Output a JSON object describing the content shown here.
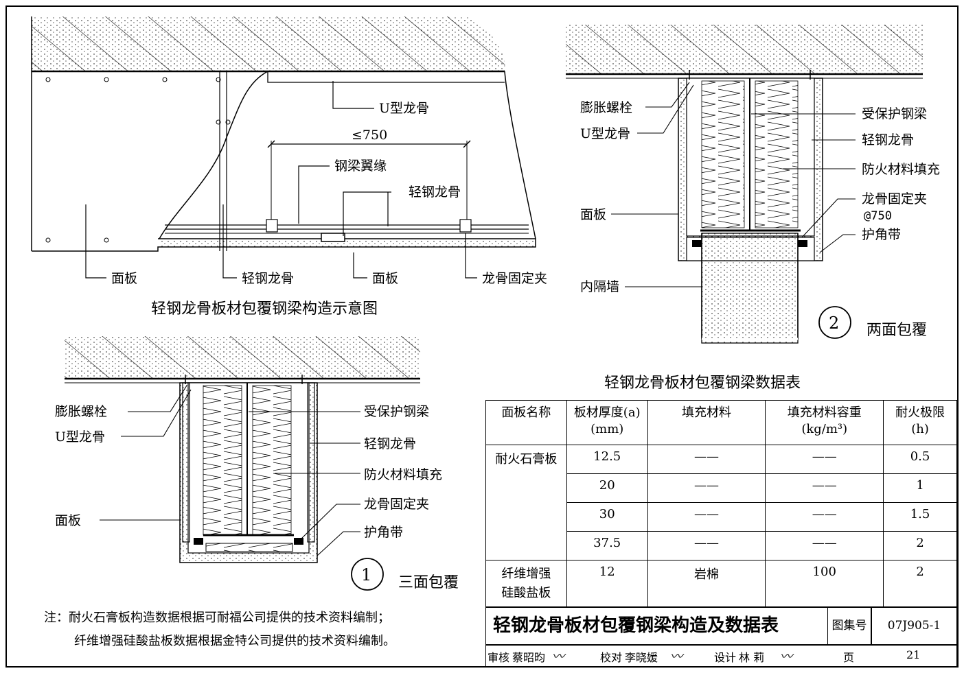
{
  "labels": {
    "u_beam": "U型龙骨",
    "le750": "≤750",
    "flange": "钢梁翼缘",
    "keel": "轻钢龙骨",
    "panel": "面板",
    "clip": "龙骨固定夹",
    "bolt": "膨胀螺栓",
    "protected_beam": "受保护钢梁",
    "fire_fill": "防火材料填充",
    "clip_750_line1": "龙骨固定夹",
    "clip_750_line2": "@750",
    "corner_tape": "护角带",
    "inner_wall": "内隔墙"
  },
  "captions": {
    "diagram_title": "轻钢龙骨板材包覆钢梁构造示意图",
    "detail1_num": "1",
    "detail1_name": "三面包覆",
    "detail2_num": "2",
    "detail2_name": "两面包覆",
    "table_title": "轻钢龙骨板材包覆钢梁数据表"
  },
  "table": {
    "headers": [
      "面板名称",
      "板材厚度(a)",
      "(mm)",
      "填充材料",
      "填充材料容重",
      "(kg/m³)",
      "耐火极限",
      "(h)"
    ],
    "rows": [
      {
        "name": "耐火石膏板",
        "thickness": "12.5",
        "fill": "——",
        "density": "——",
        "limit": "0.5"
      },
      {
        "name": "",
        "thickness": "20",
        "fill": "——",
        "density": "——",
        "limit": "1"
      },
      {
        "name": "",
        "thickness": "30",
        "fill": "——",
        "density": "——",
        "limit": "1.5"
      },
      {
        "name": "",
        "thickness": "37.5",
        "fill": "——",
        "density": "——",
        "limit": "2"
      },
      {
        "name": "纤维增强",
        "name2": "硅酸盐板",
        "thickness": "12",
        "fill": "岩棉",
        "density": "100",
        "limit": "2"
      }
    ]
  },
  "notes": {
    "line1": "注：耐火石膏板构造数据根据可耐福公司提供的技术资料编制；",
    "line2": "纤维增强硅酸盐板数据根据金特公司提供的技术资料编制。"
  },
  "titleblock": {
    "title": "轻钢龙骨板材包覆钢梁构造及数据表",
    "atlas_label": "图集号",
    "atlas_no": "07J905-1",
    "review_label": "审核",
    "reviewer": "蔡昭昀",
    "check_label": "校对",
    "checker": "李晓媛",
    "design_label": "设计",
    "designer": "林  莉",
    "page_label": "页",
    "page_no": "21"
  }
}
